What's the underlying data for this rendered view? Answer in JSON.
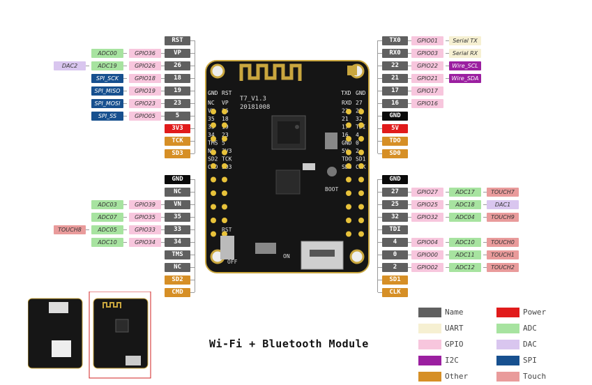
{
  "title": "Wi-Fi + Bluetooth Module",
  "board": {
    "silk_model": "T7_V1.3",
    "silk_date": "20181008",
    "silk_boot": "BOOT",
    "silk_rst": "RST",
    "silk_off": "OFF",
    "silk_on": "ON",
    "header_left_top": [
      "GND",
      "RST"
    ],
    "header_right_top": [
      "TXD",
      "GND"
    ],
    "left_header_rows": [
      [
        "NC",
        "VP"
      ],
      [
        "VN",
        "26"
      ],
      [
        "35",
        "18"
      ],
      [
        "33",
        "19"
      ],
      [
        "34",
        "23"
      ],
      [
        "TMS",
        "5"
      ],
      [
        "NC",
        "3V3"
      ],
      [
        "SD2",
        "TCK"
      ],
      [
        "CMD",
        "SD3"
      ]
    ],
    "right_header_rows": [
      [
        "RXD",
        "27"
      ],
      [
        "22",
        "25"
      ],
      [
        "21",
        "32"
      ],
      [
        "17",
        "TDI"
      ],
      [
        "16",
        "4"
      ],
      [
        "GND",
        "0"
      ],
      [
        "5V",
        "2"
      ],
      [
        "TDO",
        "SD1"
      ],
      [
        "SD0",
        "CLK"
      ]
    ]
  },
  "left_pins_top": [
    {
      "name": "RST",
      "cls": "name",
      "func": []
    },
    {
      "name": "VP",
      "cls": "name",
      "func": [
        {
          "t": "GPIO36",
          "c": "gpio"
        },
        {
          "t": "ADC00",
          "c": "adc"
        }
      ]
    },
    {
      "name": "26",
      "cls": "name",
      "func": [
        {
          "t": "GPIO26",
          "c": "gpio"
        },
        {
          "t": "ADC19",
          "c": "adc"
        },
        {
          "t": "DAC2",
          "c": "dac"
        }
      ]
    },
    {
      "name": "18",
      "cls": "name",
      "func": [
        {
          "t": "GPIO18",
          "c": "gpio"
        },
        {
          "t": "SPI_SCK",
          "c": "spi"
        }
      ]
    },
    {
      "name": "19",
      "cls": "name",
      "func": [
        {
          "t": "GPIO19",
          "c": "gpio"
        },
        {
          "t": "SPI_MISO",
          "c": "spi"
        }
      ]
    },
    {
      "name": "23",
      "cls": "name",
      "func": [
        {
          "t": "GPIO23",
          "c": "gpio"
        },
        {
          "t": "SPI_MOSI",
          "c": "spi"
        }
      ]
    },
    {
      "name": "5",
      "cls": "name",
      "func": [
        {
          "t": "GPIO05",
          "c": "gpio"
        },
        {
          "t": "SPI_SS",
          "c": "spi"
        }
      ]
    },
    {
      "name": "3V3",
      "cls": "power",
      "func": []
    },
    {
      "name": "TCK",
      "cls": "other",
      "func": []
    },
    {
      "name": "SD3",
      "cls": "other",
      "func": []
    }
  ],
  "left_pins_bottom": [
    {
      "name": "GND",
      "cls": "gnd",
      "func": []
    },
    {
      "name": "NC",
      "cls": "name",
      "func": []
    },
    {
      "name": "VN",
      "cls": "name",
      "func": [
        {
          "t": "GPIO39",
          "c": "gpio"
        },
        {
          "t": "ADC03",
          "c": "adc"
        }
      ]
    },
    {
      "name": "35",
      "cls": "name",
      "func": [
        {
          "t": "GPIO35",
          "c": "gpio"
        },
        {
          "t": "ADC07",
          "c": "adc"
        }
      ]
    },
    {
      "name": "33",
      "cls": "name",
      "func": [
        {
          "t": "GPIO33",
          "c": "gpio"
        },
        {
          "t": "ADC05",
          "c": "adc"
        },
        {
          "t": "TOUCH8",
          "c": "touch"
        }
      ]
    },
    {
      "name": "34",
      "cls": "name",
      "func": [
        {
          "t": "GPIO34",
          "c": "gpio"
        },
        {
          "t": "ADC10",
          "c": "adc"
        }
      ]
    },
    {
      "name": "TMS",
      "cls": "name",
      "func": []
    },
    {
      "name": "NC",
      "cls": "name",
      "func": []
    },
    {
      "name": "SD2",
      "cls": "other",
      "func": []
    },
    {
      "name": "CMD",
      "cls": "other",
      "func": []
    }
  ],
  "right_pins_top": [
    {
      "name": "TX0",
      "cls": "name",
      "func": [
        {
          "t": "GPIO01",
          "c": "gpio"
        },
        {
          "t": "Serial TX",
          "c": "uart"
        }
      ]
    },
    {
      "name": "RX0",
      "cls": "name",
      "func": [
        {
          "t": "GPIO03",
          "c": "gpio"
        },
        {
          "t": "Serial RX",
          "c": "uart"
        }
      ]
    },
    {
      "name": "22",
      "cls": "name",
      "func": [
        {
          "t": "GPIO22",
          "c": "gpio"
        },
        {
          "t": "Wire_SCL",
          "c": "i2c"
        }
      ]
    },
    {
      "name": "21",
      "cls": "name",
      "func": [
        {
          "t": "GPIO21",
          "c": "gpio"
        },
        {
          "t": "Wire_SDA",
          "c": "i2c"
        }
      ]
    },
    {
      "name": "17",
      "cls": "name",
      "func": [
        {
          "t": "GPIO17",
          "c": "gpio"
        }
      ]
    },
    {
      "name": "16",
      "cls": "name",
      "func": [
        {
          "t": "GPIO16",
          "c": "gpio"
        }
      ]
    },
    {
      "name": "GND",
      "cls": "gnd",
      "func": []
    },
    {
      "name": "5V",
      "cls": "power",
      "func": []
    },
    {
      "name": "TDO",
      "cls": "other",
      "func": []
    },
    {
      "name": "SD0",
      "cls": "other",
      "func": []
    }
  ],
  "right_pins_bottom": [
    {
      "name": "GND",
      "cls": "gnd",
      "func": []
    },
    {
      "name": "27",
      "cls": "name",
      "func": [
        {
          "t": "GPIO27",
          "c": "gpio"
        },
        {
          "t": "ADC17",
          "c": "adc"
        },
        {
          "t": "TOUCH7",
          "c": "touch"
        }
      ]
    },
    {
      "name": "25",
      "cls": "name",
      "func": [
        {
          "t": "GPIO25",
          "c": "gpio"
        },
        {
          "t": "ADC18",
          "c": "adc"
        },
        {
          "t": "DAC1",
          "c": "dac"
        }
      ]
    },
    {
      "name": "32",
      "cls": "name",
      "func": [
        {
          "t": "GPIO32",
          "c": "gpio"
        },
        {
          "t": "ADC04",
          "c": "adc"
        },
        {
          "t": "TOUCH9",
          "c": "touch"
        }
      ]
    },
    {
      "name": "TDI",
      "cls": "name",
      "func": []
    },
    {
      "name": "4",
      "cls": "name",
      "func": [
        {
          "t": "GPIO04",
          "c": "gpio"
        },
        {
          "t": "ADC10",
          "c": "adc"
        },
        {
          "t": "TOUCH0",
          "c": "touch"
        }
      ]
    },
    {
      "name": "0",
      "cls": "name",
      "func": [
        {
          "t": "GPIO00",
          "c": "gpio"
        },
        {
          "t": "ADC11",
          "c": "adc"
        },
        {
          "t": "TOUCH1",
          "c": "touch"
        }
      ]
    },
    {
      "name": "2",
      "cls": "name",
      "func": [
        {
          "t": "GPIO02",
          "c": "gpio"
        },
        {
          "t": "ADC12",
          "c": "adc"
        },
        {
          "t": "TOUCH2",
          "c": "touch"
        }
      ]
    },
    {
      "name": "SD1",
      "cls": "other",
      "func": []
    },
    {
      "name": "CLK",
      "cls": "other",
      "func": []
    }
  ],
  "legend": [
    {
      "label": "Name",
      "color": "#606060"
    },
    {
      "label": "Power",
      "color": "#e11b1b"
    },
    {
      "label": "UART",
      "color": "#f6f0d2"
    },
    {
      "label": "ADC",
      "color": "#a7e3a0"
    },
    {
      "label": "GPIO",
      "color": "#f7c6dd"
    },
    {
      "label": "DAC",
      "color": "#d9c6ef"
    },
    {
      "label": "I2C",
      "color": "#9b1fa0"
    },
    {
      "label": "SPI",
      "color": "#17508f"
    },
    {
      "label": "Other",
      "color": "#d68f26"
    },
    {
      "label": "Touch",
      "color": "#e99b9b"
    }
  ]
}
